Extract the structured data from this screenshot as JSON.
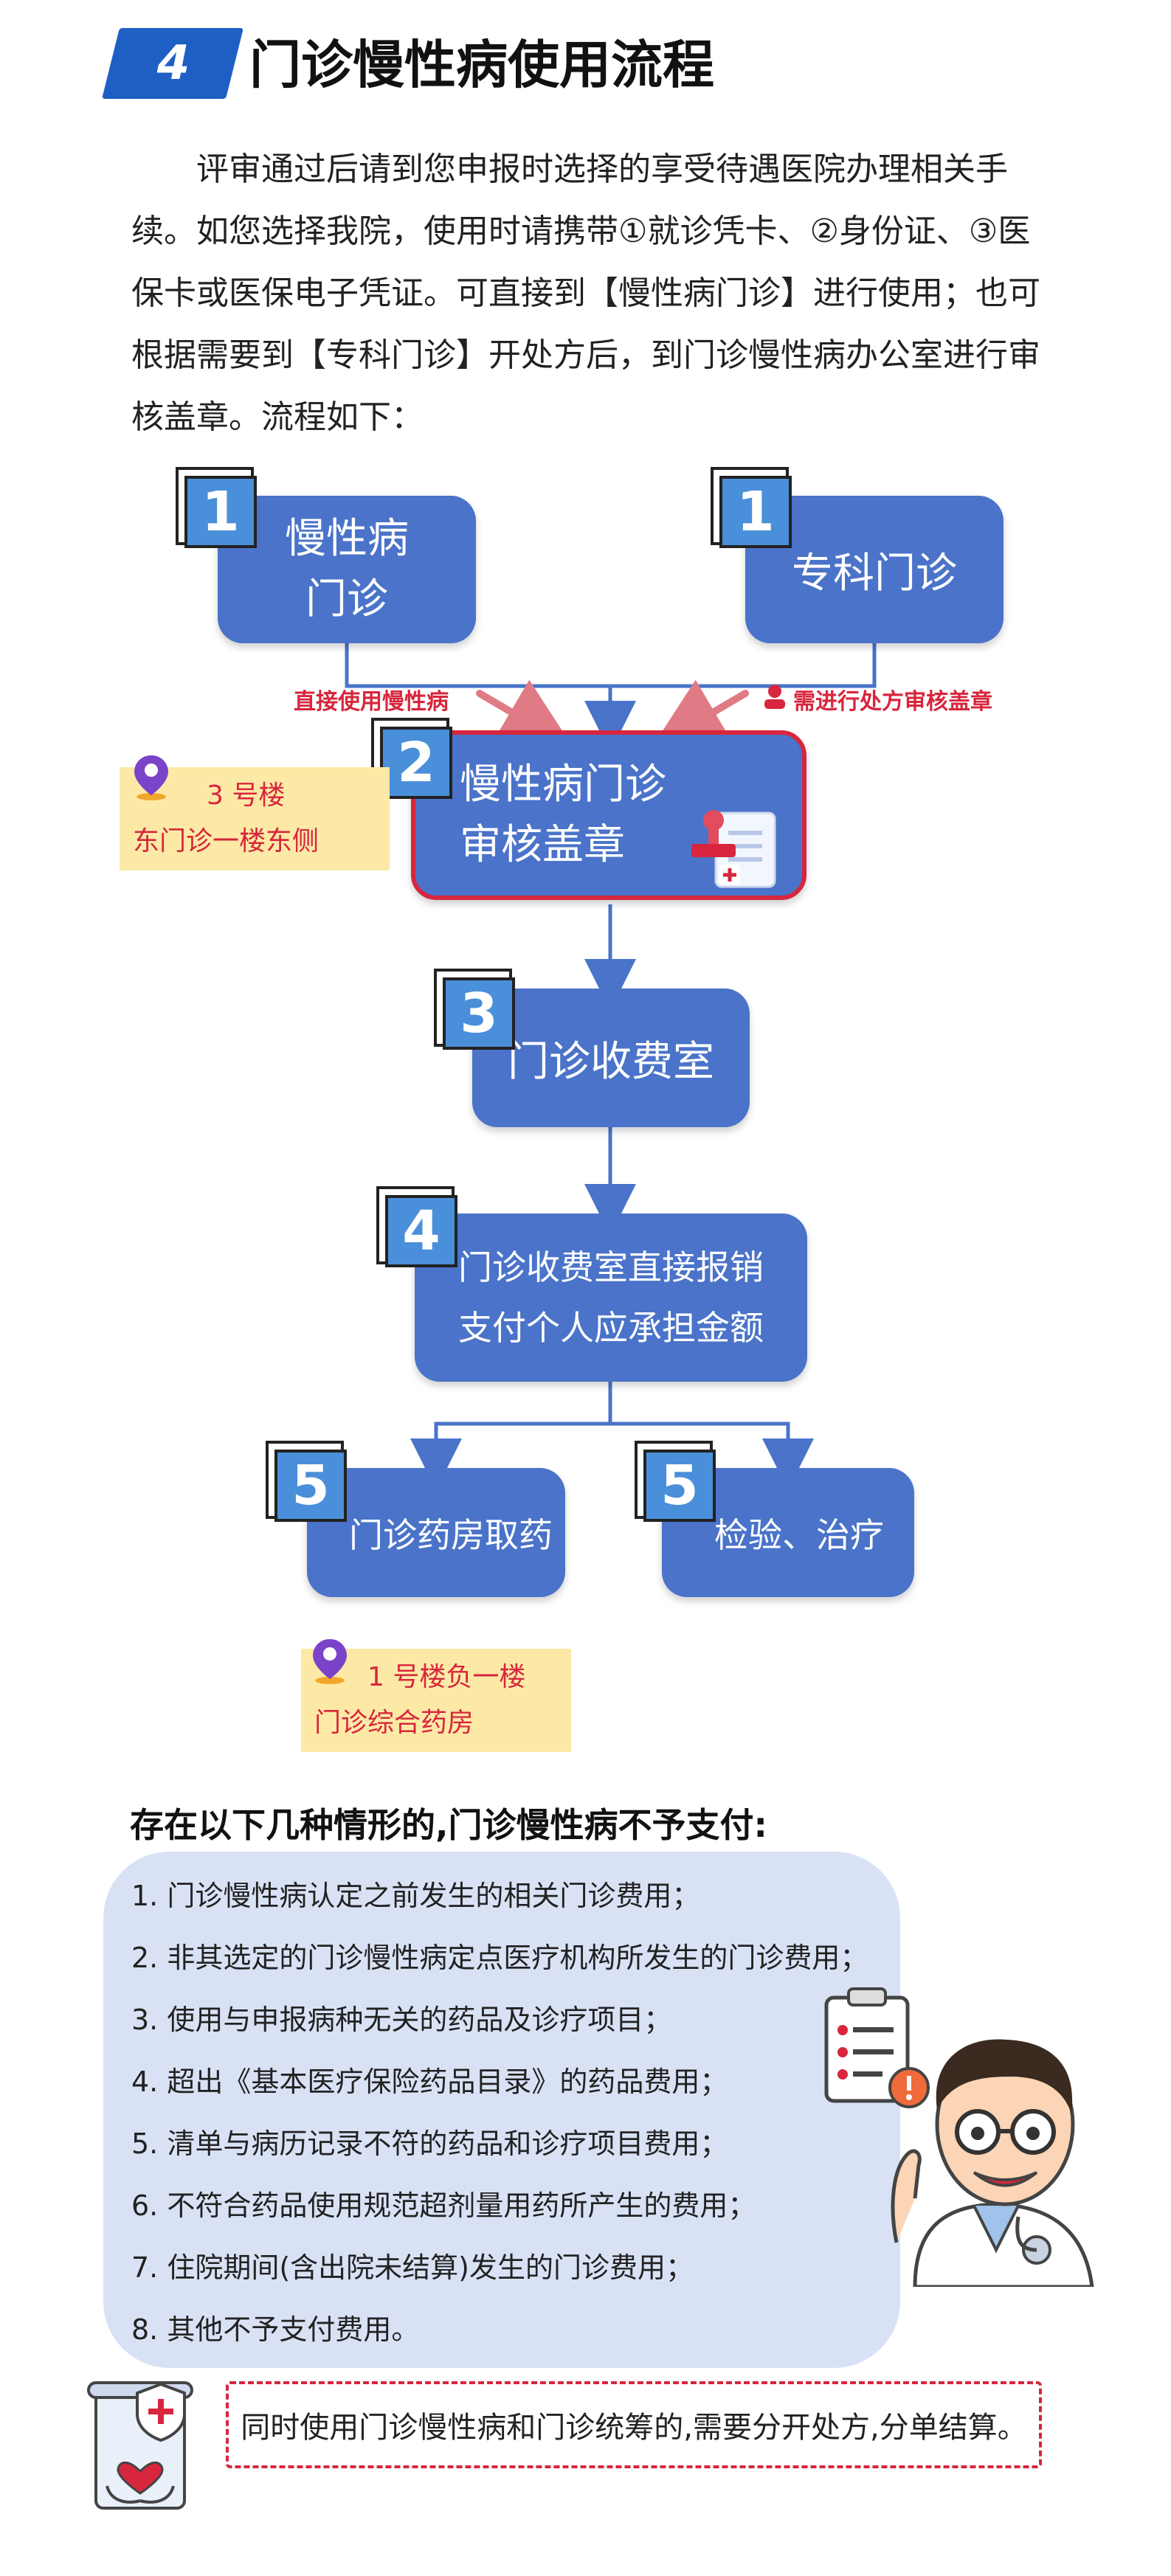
{
  "title": {
    "number": "4",
    "text": "门诊慢性病使用流程"
  },
  "intro": "评审通过后请到您申报时选择的享受待遇医院办理相关手续。如您选择我院，使用时请携带①就诊凭卡、②身份证、③医保卡或医保电子凭证。可直接到【慢性病门诊】进行使用；也可根据需要到【专科门诊】开处方后，到门诊慢性病办公室进行审核盖章。流程如下：",
  "flow": {
    "step1a": {
      "num": "1",
      "line1": "慢性病",
      "line2": "门诊"
    },
    "step1b": {
      "num": "1",
      "label": "专科门诊"
    },
    "arrow_left_label": "直接使用慢性病",
    "arrow_right_label": "需进行处方审核盖章",
    "step2": {
      "num": "2",
      "line1": "慢性病门诊",
      "line2": "审核盖章"
    },
    "step2_location": {
      "line1": "3 号楼",
      "line2": "东门诊一楼东侧"
    },
    "step3": {
      "num": "3",
      "label": "门诊收费室"
    },
    "step4": {
      "num": "4",
      "line1": "门诊收费室直接报销",
      "line2": "支付个人应承担金额"
    },
    "step5a": {
      "num": "5",
      "label": "门诊药房取药"
    },
    "step5b": {
      "num": "5",
      "label": "检验、治疗"
    },
    "step5_location": {
      "line1": "1 号楼负一楼",
      "line2": "门诊综合药房"
    }
  },
  "not_paid": {
    "title": "存在以下几种情形的,门诊慢性病不予支付:",
    "items": [
      "1.  门诊慢性病认定之前发生的相关门诊费用；",
      "2.  非其选定的门诊慢性病定点医疗机构所发生的门诊费用；",
      "3.  使用与申报病种无关的药品及诊疗项目；",
      "4.  超出《基本医疗保险药品目录》的药品费用；",
      "5.  清单与病历记录不符的药品和诊疗项目费用；",
      "6.  不符合药品使用规范超剂量用药所产生的费用；",
      "7.  住院期间(含出院未结算)发生的门诊费用；",
      "8.  其他不予支付费用。"
    ]
  },
  "note": "同时使用门诊慢性病和门诊统筹的,需要分开处方,分单结算。",
  "colors": {
    "primary": "#4a73c9",
    "accent_red": "#d7263d",
    "highlight": "#fde9a6",
    "list_bg": "#d9e2f5"
  },
  "icons": [
    "location-pin-icon",
    "stamp-icon",
    "person-icon",
    "clipboard-icon",
    "doctor-illustration",
    "insurance-scroll-icon"
  ]
}
